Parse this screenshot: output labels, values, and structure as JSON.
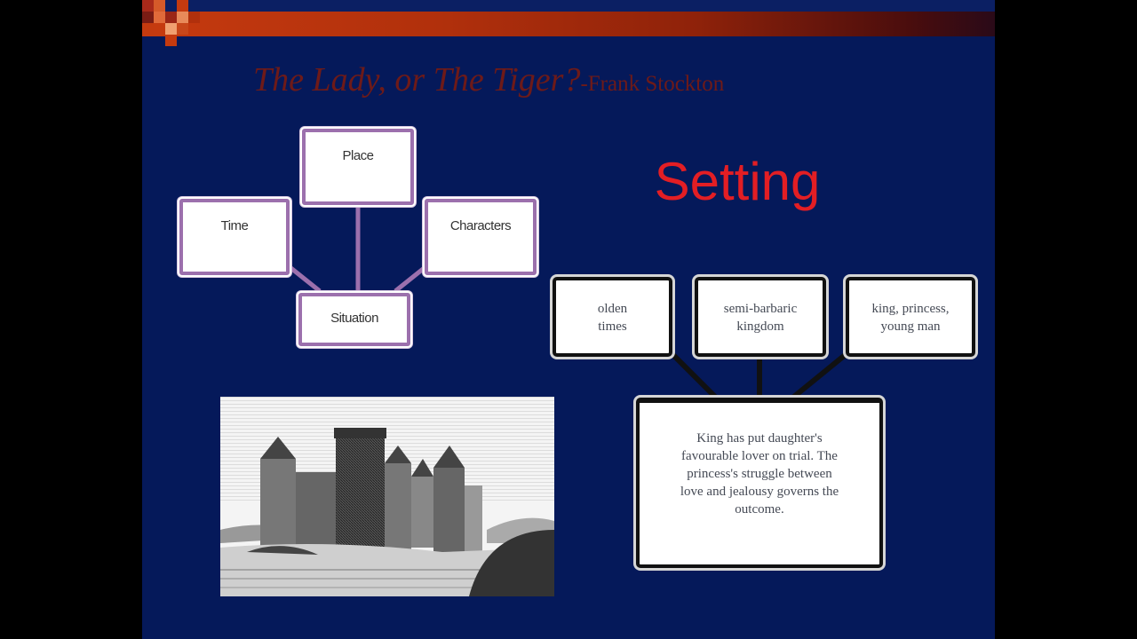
{
  "slide": {
    "title": "The Lady, or The Tiger?",
    "author": "-Frank Stockton",
    "heading": "Setting"
  },
  "organizer": {
    "place": "Place",
    "time": "Time",
    "characters": "Characters",
    "situation": "Situation"
  },
  "setting_boxes": {
    "time": [
      "olden",
      "times"
    ],
    "place": [
      "semi-barbaric",
      "kingdom"
    ],
    "characters": [
      "king, princess,",
      "young man"
    ],
    "situation": [
      "King has put daughter's",
      "favourable lover on trial. The",
      "princess's struggle between",
      "love and jealousy governs the",
      "outcome."
    ]
  },
  "colors": {
    "slide_bg": "#05195a",
    "title": "#6e1a18",
    "heading": "#e31e24",
    "organizer_border": "#9c70ad"
  },
  "image": {
    "subject": "castle-engraving"
  }
}
